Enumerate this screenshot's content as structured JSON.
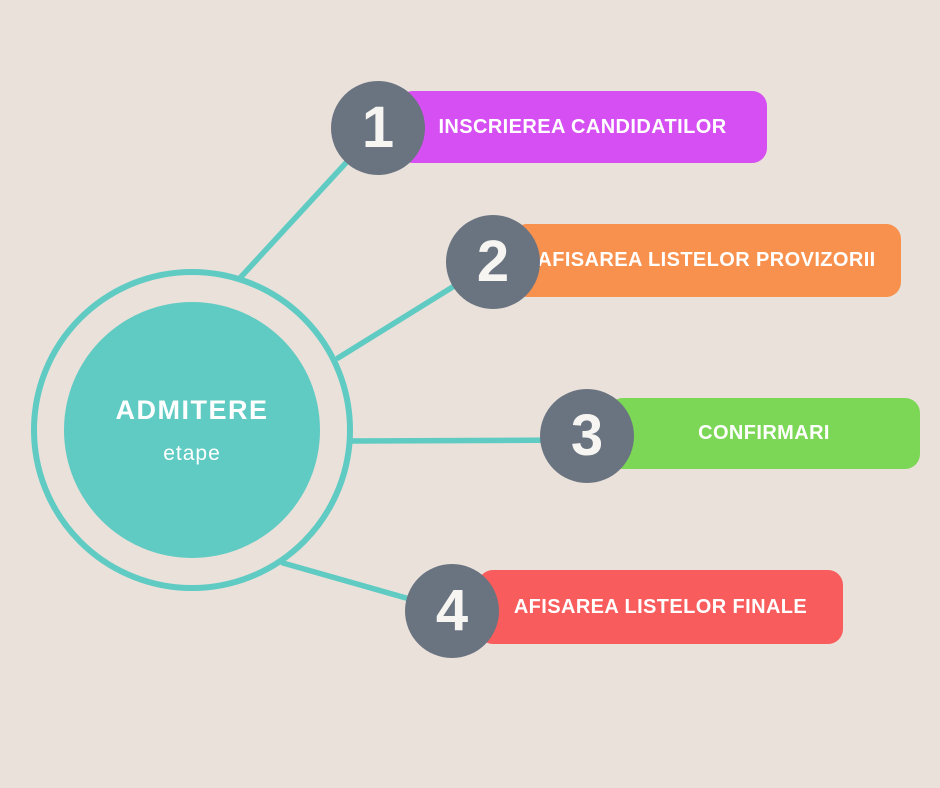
{
  "colors": {
    "background": "#e9e1da",
    "teal": "#5fcbc3",
    "step_circle_gray": "#6a7380",
    "label_text": "#ffffff"
  },
  "center": {
    "title": "ADMITERE",
    "subtitle": "etape"
  },
  "steps": [
    {
      "number": "1",
      "label": "INSCRIEREA CANDIDATILOR",
      "color": "#d54ff2"
    },
    {
      "number": "2",
      "label": "AFISAREA LISTELOR PROVIZORII",
      "color": "#f8914d"
    },
    {
      "number": "3",
      "label": "CONFIRMARI",
      "color": "#7cd756"
    },
    {
      "number": "4",
      "label": "AFISAREA LISTELOR FINALE",
      "color": "#f95c5c"
    }
  ]
}
